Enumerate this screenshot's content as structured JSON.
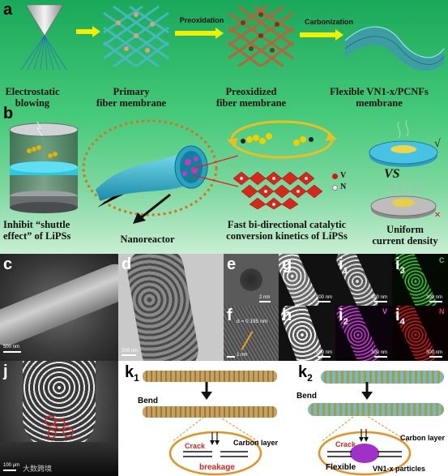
{
  "panel_a": {
    "label": "a",
    "steps": [
      {
        "caption": "Electrostatic\nblowing"
      },
      {
        "caption": "Primary\nfiber membrane"
      },
      {
        "caption": "Preoxidized\nfiber membrane"
      },
      {
        "caption": "Flexible VN1-x/PCNFs\nmembrane"
      }
    ],
    "arrows": [
      "Preoxidation",
      "Carbonization"
    ]
  },
  "panel_b": {
    "label": "b",
    "caption_left": "Inhibit “shuttle\neffect” of LiPSs",
    "caption_nano": "Nanoreactor",
    "caption_mid": "Fast bi-directional catalytic\nconversion kinetics of LiPSs",
    "caption_right": "Uniform\ncurrent density",
    "vs": "VS",
    "check": "√",
    "cross": "×",
    "legend": [
      {
        "sym": "V",
        "color": "#cc1a10"
      },
      {
        "sym": "N",
        "color": "#e8e8e8"
      }
    ]
  },
  "micro": {
    "c": {
      "label": "c",
      "scale": "500 nm"
    },
    "d": {
      "label": "d",
      "scale": "200 nm"
    },
    "e": {
      "label": "e",
      "scale": "2 nm"
    },
    "f": {
      "label": "f",
      "scale": "1 nm",
      "note": "d = 0.195 nm"
    },
    "g": {
      "label": "g",
      "scale": "200 nm"
    },
    "h": {
      "label": "h",
      "scale": "200 nm"
    },
    "i1": {
      "label": "i",
      "sub": "1",
      "scale": "300 nm"
    },
    "i2": {
      "label": "i",
      "sub": "2",
      "scale": "300 nm",
      "element": "V"
    },
    "i3": {
      "label": "i",
      "sub": "3",
      "scale": "300 nm",
      "element": "C"
    },
    "i4": {
      "label": "i",
      "sub": "4",
      "scale": "300 nm",
      "element": "N"
    },
    "j": {
      "label": "j",
      "scale": "100 µm",
      "watermark": "大数跨境"
    }
  },
  "panel_k1": {
    "label": "k",
    "sub": "1",
    "bend": "Bend",
    "crack": "Crack",
    "carbon": "Carbon layer",
    "breakage": "breakage"
  },
  "panel_k2": {
    "label": "k",
    "sub": "2",
    "bend": "Bend",
    "crack": "Crack",
    "carbon": "Carbon layer",
    "flexible": "Flexible",
    "particles": "VN1-x particles"
  },
  "colors": {
    "green_bg": "#2fbf6a",
    "teal_fiber": "#3cb6c8",
    "orange_ring": "#e8901e",
    "vanadium": "#cc1a10"
  }
}
